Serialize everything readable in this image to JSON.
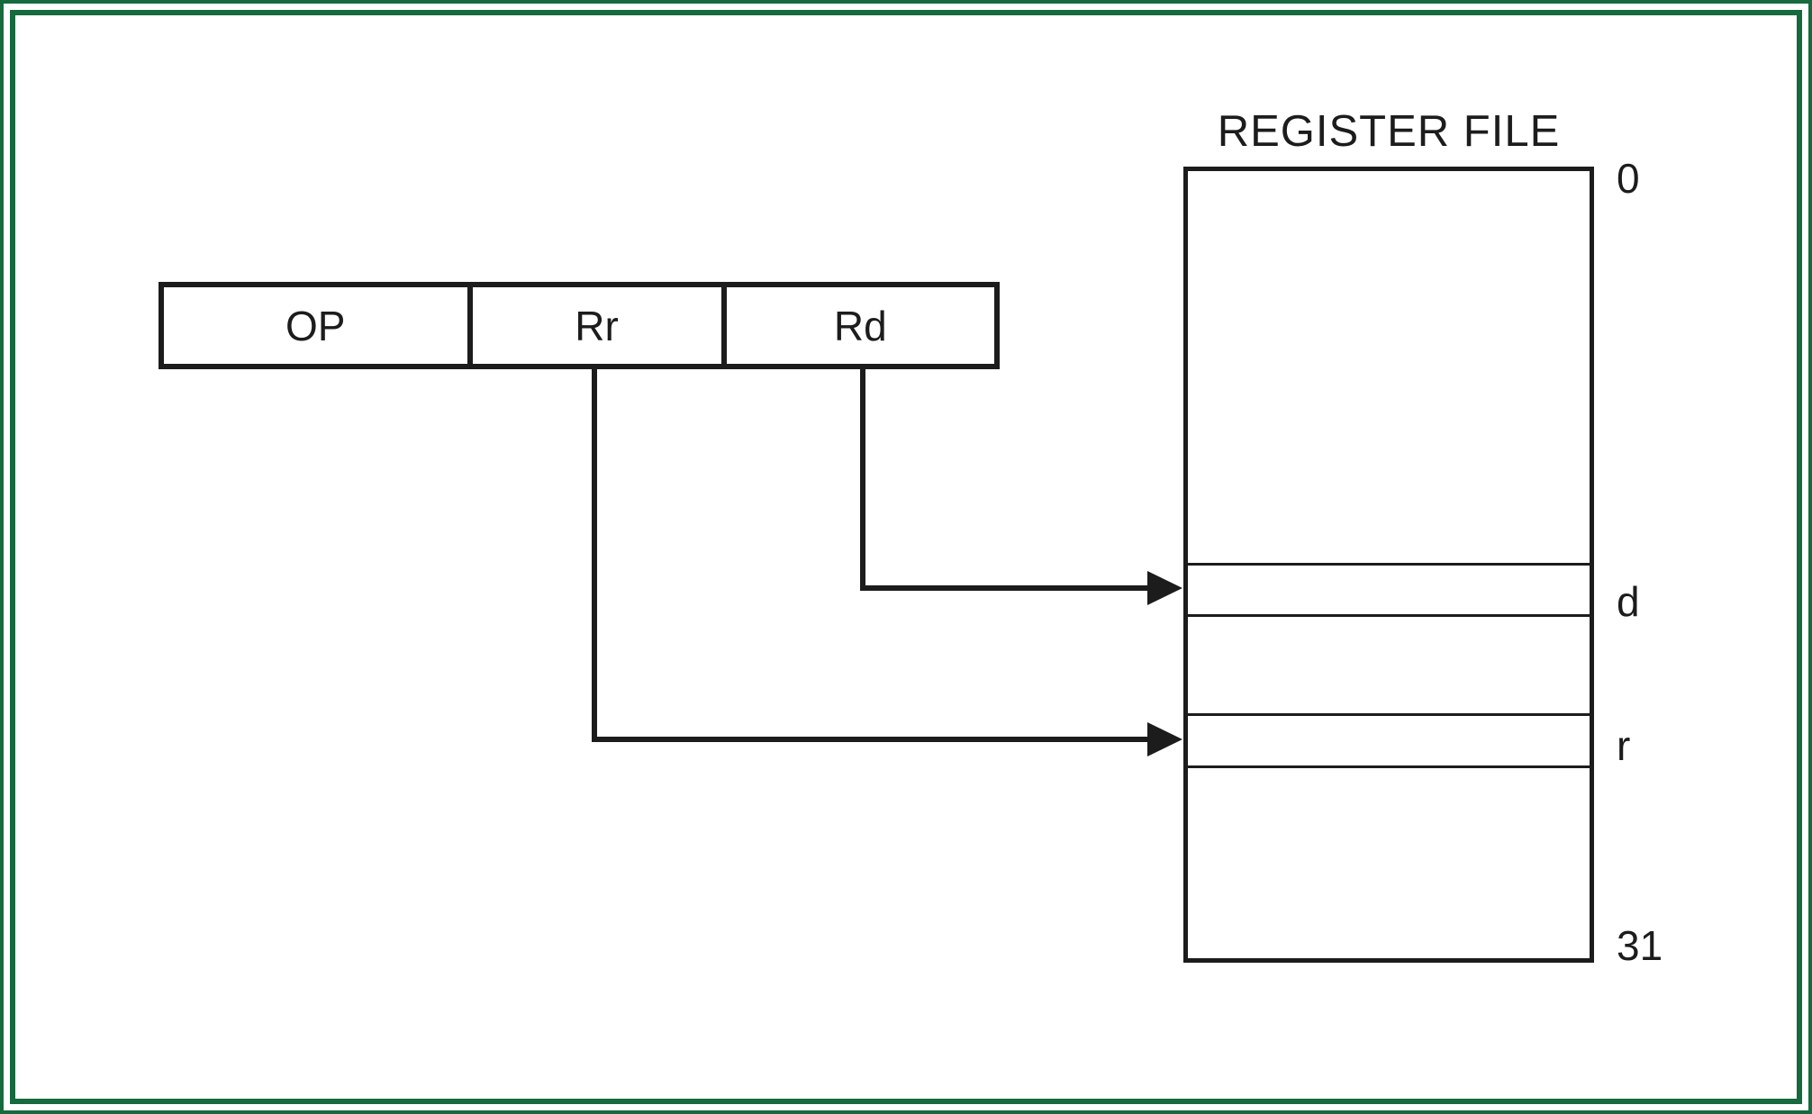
{
  "diagram": {
    "title": "REGISTER FILE",
    "instruction": {
      "fields": [
        {
          "label": "OP"
        },
        {
          "label": "Rr"
        },
        {
          "label": "Rd"
        }
      ]
    },
    "register_file": {
      "row_labels": {
        "first": "0",
        "destination": "d",
        "source": "r",
        "last": "31"
      }
    },
    "arrows": [
      {
        "from": "Rd",
        "to": "register d"
      },
      {
        "from": "Rr",
        "to": "register r"
      }
    ],
    "colors": {
      "frame": "#166a3e",
      "line": "#1c1c1c",
      "background": "#ffffff"
    }
  }
}
